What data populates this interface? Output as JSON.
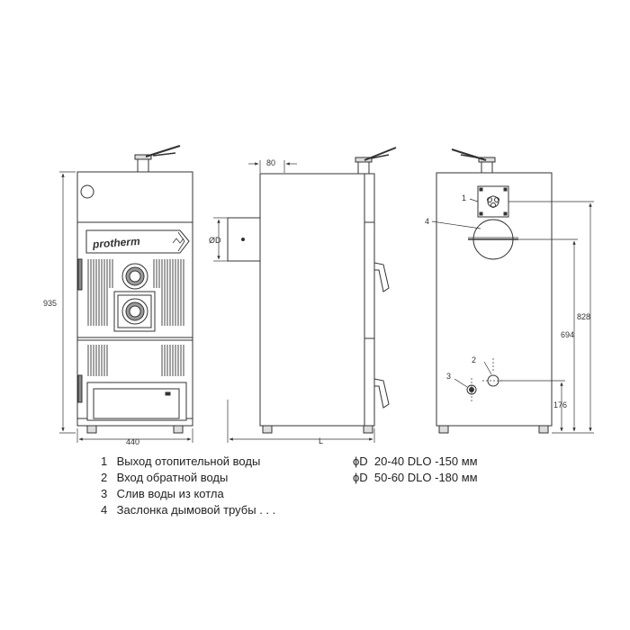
{
  "brand": {
    "logo_text": "protherm"
  },
  "dimensions": {
    "width": "440",
    "height": "935",
    "flue_offset": "80",
    "flue_diameter": "ØD",
    "depth": "L",
    "outlet_height": "828",
    "return_height": "694",
    "drain_height": "176"
  },
  "callouts": {
    "c1": "1",
    "c2": "2",
    "c3": "3",
    "c4": "4"
  },
  "legend": {
    "items": [
      {
        "num": "1",
        "text": "Выход отопительной воды"
      },
      {
        "num": "2",
        "text": "Вход обратной воды"
      },
      {
        "num": "3",
        "text": "Слив воды из котла"
      },
      {
        "num": "4",
        "text": "Заслонка дымовой трубы . . ."
      }
    ],
    "flue_sizes": [
      {
        "symbol": "ϕD",
        "text": "20-40 DLO -150 мм"
      },
      {
        "symbol": "ϕD",
        "text": "50-60 DLO -180 мм"
      }
    ]
  }
}
